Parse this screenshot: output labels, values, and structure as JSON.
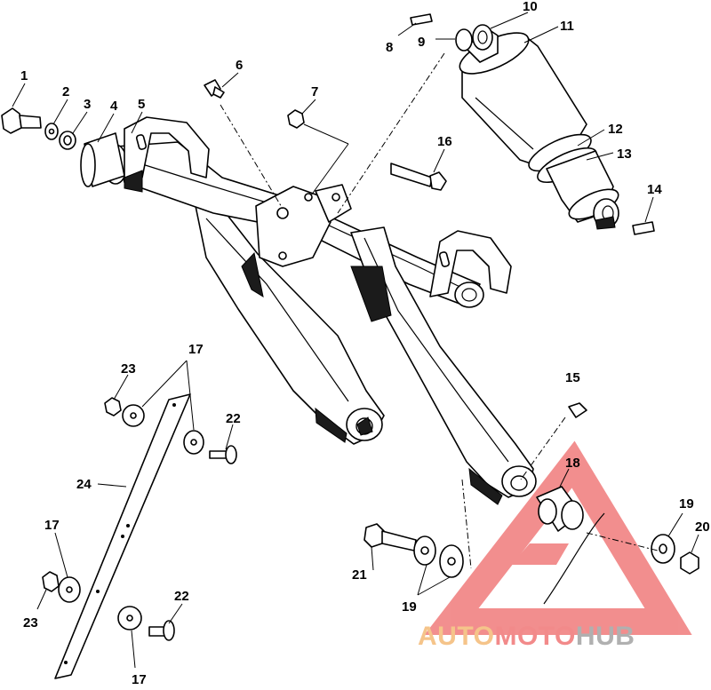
{
  "diagram": {
    "callouts": [
      {
        "id": "c1",
        "label": "1"
      },
      {
        "id": "c2",
        "label": "2"
      },
      {
        "id": "c3",
        "label": "3"
      },
      {
        "id": "c4",
        "label": "4"
      },
      {
        "id": "c5",
        "label": "5"
      },
      {
        "id": "c6",
        "label": "6"
      },
      {
        "id": "c7",
        "label": "7"
      },
      {
        "id": "c8",
        "label": "8"
      },
      {
        "id": "c9",
        "label": "9"
      },
      {
        "id": "c10",
        "label": "10"
      },
      {
        "id": "c11",
        "label": "11"
      },
      {
        "id": "c12",
        "label": "12"
      },
      {
        "id": "c13",
        "label": "13"
      },
      {
        "id": "c14",
        "label": "14"
      },
      {
        "id": "c15",
        "label": "15"
      },
      {
        "id": "c16",
        "label": "16"
      },
      {
        "id": "c17a",
        "label": "17"
      },
      {
        "id": "c17b",
        "label": "17"
      },
      {
        "id": "c17c",
        "label": "17"
      },
      {
        "id": "c18",
        "label": "18"
      },
      {
        "id": "c19a",
        "label": "19"
      },
      {
        "id": "c19b",
        "label": "19"
      },
      {
        "id": "c20",
        "label": "20"
      },
      {
        "id": "c21",
        "label": "21"
      },
      {
        "id": "c22a",
        "label": "22"
      },
      {
        "id": "c22b",
        "label": "22"
      },
      {
        "id": "c23a",
        "label": "23"
      },
      {
        "id": "c23b",
        "label": "23"
      },
      {
        "id": "c24",
        "label": "24"
      }
    ]
  },
  "watermark": {
    "word_part1": "AUTO",
    "word_part2": "MOTO",
    "word_part3": "HUB",
    "colors": {
      "auto": "#f5c48a",
      "moto": "#f28a8a",
      "hub": "#b0b0b0",
      "triangle": "#f07b7b"
    }
  }
}
